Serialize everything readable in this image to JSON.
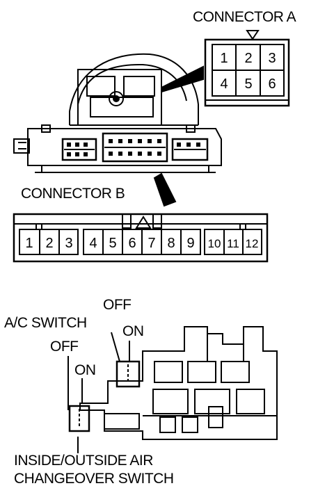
{
  "connector_a": {
    "title": "CONNECTOR A",
    "pins": [
      "1",
      "2",
      "3",
      "4",
      "5",
      "6"
    ]
  },
  "connector_b": {
    "title": "CONNECTOR B",
    "pins": [
      "1",
      "2",
      "3",
      "4",
      "5",
      "6",
      "7",
      "8",
      "9",
      "10",
      "11",
      "12"
    ]
  },
  "switch_labels": {
    "ac_switch": "A/C SWITCH",
    "ac_off": "OFF",
    "ac_on": "ON",
    "air_off": "OFF",
    "air_on": "ON",
    "air_switch_line1": "INSIDE/OUTSIDE AIR",
    "air_switch_line2": "CHANGEOVER SWITCH"
  }
}
